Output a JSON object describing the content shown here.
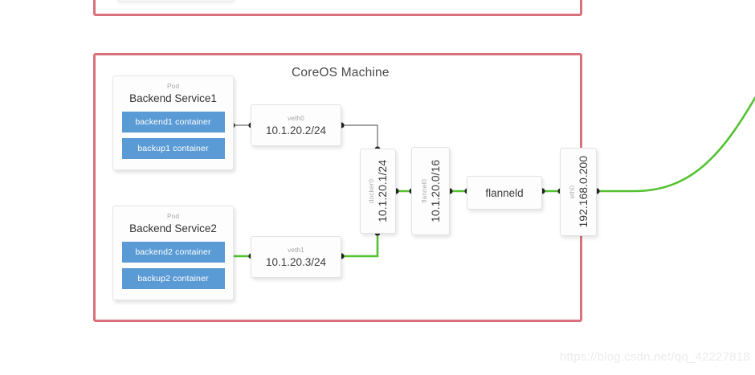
{
  "diagram": {
    "title": "CoreOS Machine",
    "watermark": "https://blog.csdn.net/qq_42227818",
    "colors": {
      "machine_border": "#d9717c",
      "container_blue": "#5b9bd5",
      "flannel_green": "#55c232",
      "node_border": "#e2e2e2",
      "edge_gray": "#6b6b6b",
      "label_gray": "#a8a8a8"
    },
    "pods": [
      {
        "kind": "Pod",
        "name": "Backend Service1",
        "containers": [
          {
            "label": "backend1 container"
          },
          {
            "label": "backup1 container"
          }
        ]
      },
      {
        "kind": "Pod",
        "name": "Backend Service2",
        "containers": [
          {
            "label": "backend2 container"
          },
          {
            "label": "backup2 container"
          }
        ]
      }
    ],
    "interfaces": [
      {
        "id": "veth0",
        "name": "veth0",
        "address": "10.1.20.2/24",
        "orientation": "horizontal"
      },
      {
        "id": "veth1",
        "name": "veth1",
        "address": "10.1.20.3/24",
        "orientation": "horizontal"
      },
      {
        "id": "docker0",
        "name": "docker0",
        "address": "10.1.20.1/24",
        "orientation": "vertical"
      },
      {
        "id": "flannel0",
        "name": "flannel0",
        "address": "10.1.20.0/16",
        "orientation": "vertical"
      },
      {
        "id": "eth0",
        "name": "eth0",
        "address": "192.168.0.200",
        "orientation": "vertical"
      }
    ],
    "daemon": {
      "name": "flanneld"
    }
  }
}
